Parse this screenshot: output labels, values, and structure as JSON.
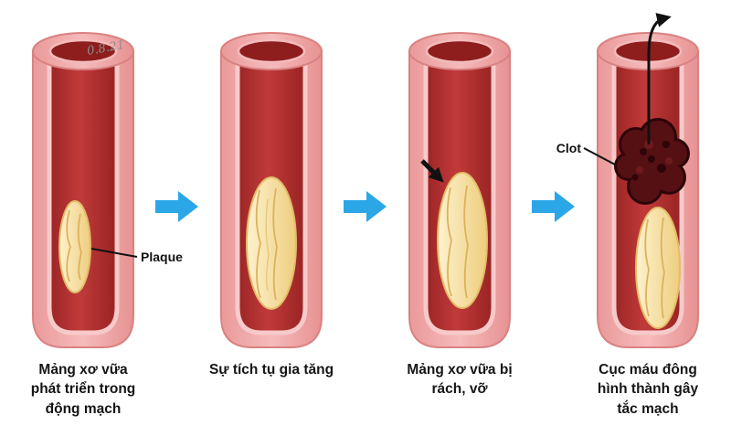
{
  "annotations": {
    "handwritten": "0.8.21",
    "plaque_label": "Plaque",
    "clot_label": "Clot"
  },
  "stages": [
    {
      "caption_lines": [
        "Mảng xơ vữa",
        "phát triển trong",
        "động mạch"
      ]
    },
    {
      "caption_lines": [
        "Sự tích tụ gia tăng"
      ]
    },
    {
      "caption_lines": [
        "Mảng xơ vữa bị",
        "rách, vỡ"
      ]
    },
    {
      "caption_lines": [
        "Cục máu đông",
        "hình thành gây",
        "tắc mạch"
      ]
    }
  ],
  "colors": {
    "artery_wall": "#f2a8a8",
    "artery_lumen": "#b33030",
    "plaque": "#f3da9a",
    "clot": "#551013",
    "flow_arrow": "#2ba7e8",
    "text": "#151515"
  }
}
